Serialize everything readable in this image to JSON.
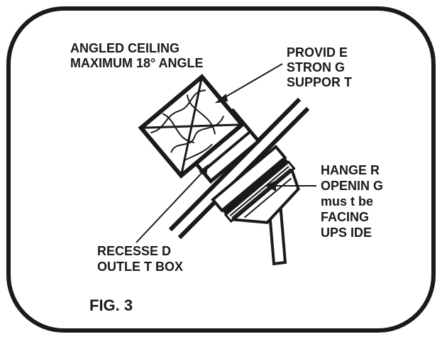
{
  "labels": {
    "angled_ceiling": {
      "line1": "ANGLED CEILING",
      "line2": "MAXIMUM 18° ANGLE"
    },
    "provide_support": {
      "line1": "PROVID E",
      "line2": "STRON G",
      "line3": "SUPPOR T"
    },
    "hanger_opening": {
      "line1": "HANGE R",
      "line2": "OPENIN G",
      "line3": "mus t  be",
      "line4": "FACING",
      "line5": "UPS IDE"
    },
    "recessed_box": {
      "line1": "RECESSE D",
      "line2": "OUTLE T BOX"
    },
    "figure": "FIG. 3"
  },
  "colors": {
    "ink": "#1a1a1a",
    "background": "#ffffff"
  }
}
